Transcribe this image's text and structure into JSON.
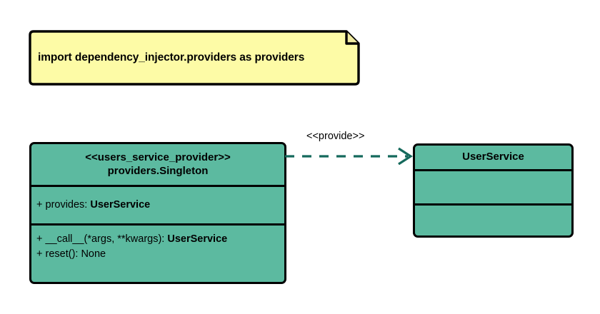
{
  "diagram": {
    "type": "uml-class-diagram",
    "background_color": "#ffffff"
  },
  "note": {
    "text": "import dependency_injector.providers as providers",
    "fill_color": "#fdfba6",
    "border_color": "#000000"
  },
  "classes": [
    {
      "id": "users-service-provider",
      "stereotype": "<<users_service_provider>>",
      "name": "providers.Singleton",
      "fill_color": "#5cbaa0",
      "border_color": "#000000",
      "attributes": [
        {
          "visibility": "+",
          "label": "provides: ",
          "type": "UserService"
        }
      ],
      "operations": [
        {
          "visibility": "+",
          "label": "__call__(*args, **kwargs): ",
          "type": "UserService"
        },
        {
          "visibility": "+",
          "label": "reset(): None",
          "type": ""
        }
      ]
    },
    {
      "id": "user-service",
      "stereotype": "",
      "name": "UserService",
      "fill_color": "#5cbaa0",
      "border_color": "#000000",
      "attributes": [],
      "operations": []
    }
  ],
  "connector": {
    "label": "<<provide>>",
    "style": "dashed",
    "arrow": "open",
    "color": "#15695c",
    "from": "users-service-provider",
    "to": "user-service"
  }
}
